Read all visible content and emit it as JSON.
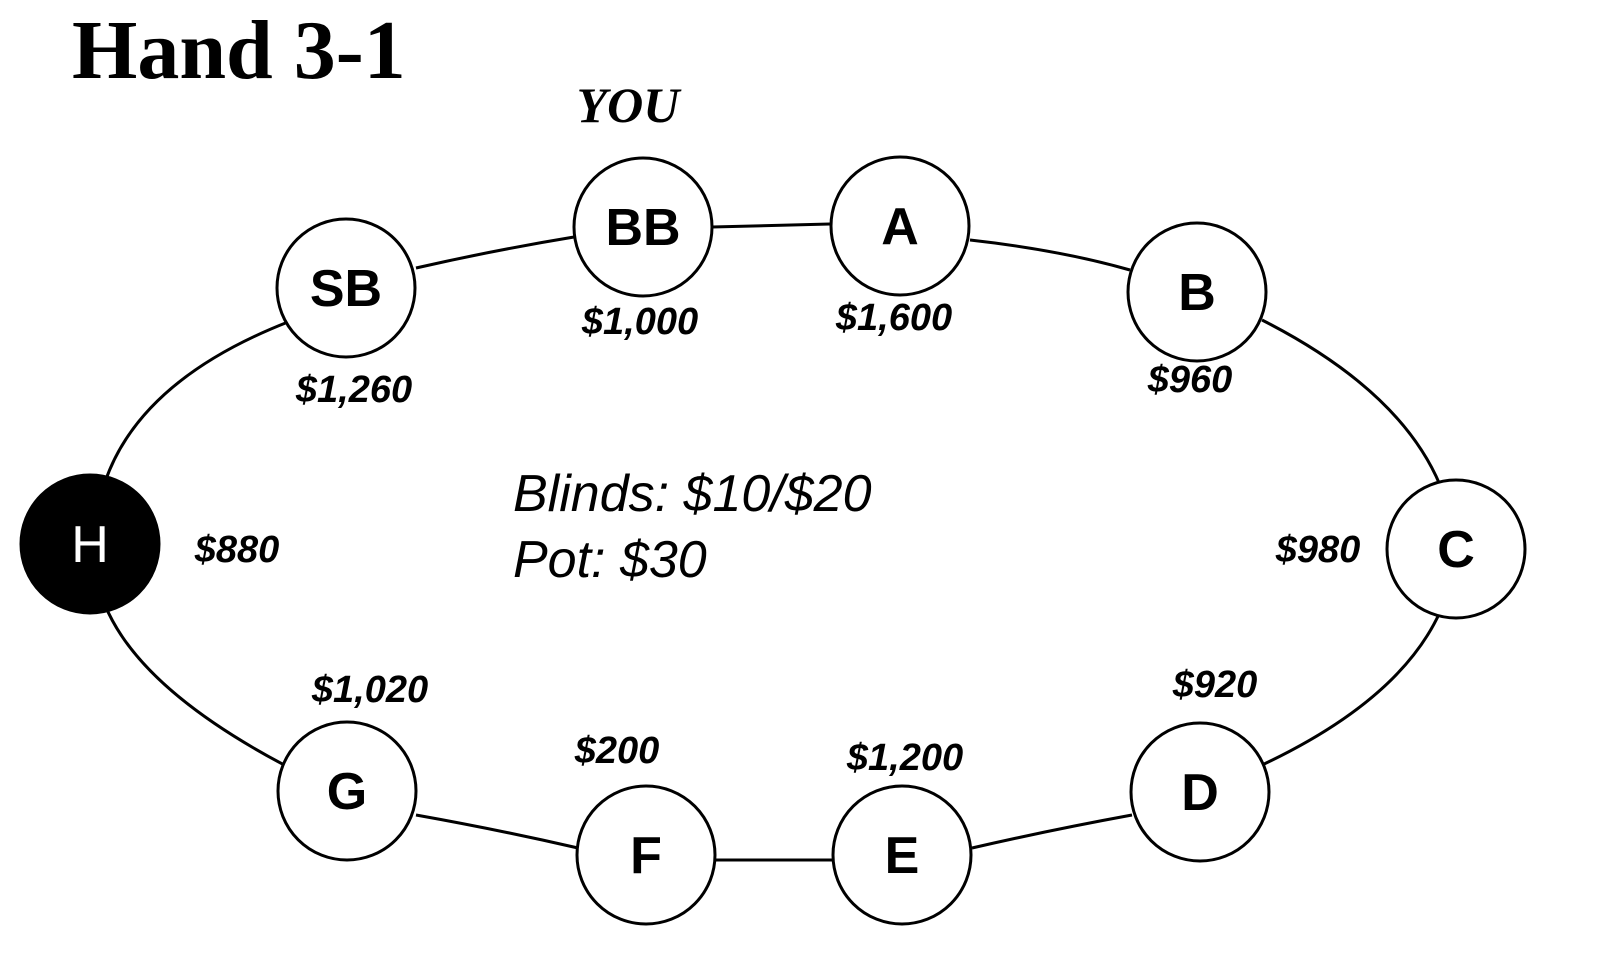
{
  "title": "Hand 3-1",
  "you_label": "YOU",
  "blinds": "Blinds: $10/$20",
  "pot": "Pot: $30",
  "colors": {
    "ink": "#000000",
    "paper": "#ffffff",
    "button_seat_fill": "#000000"
  },
  "seats": [
    {
      "label": "BB",
      "stack": "$1,000",
      "is_you": true
    },
    {
      "label": "A",
      "stack": "$1,600"
    },
    {
      "label": "B",
      "stack": "$960"
    },
    {
      "label": "C",
      "stack": "$980"
    },
    {
      "label": "D",
      "stack": "$920"
    },
    {
      "label": "E",
      "stack": "$1,200"
    },
    {
      "label": "F",
      "stack": "$200"
    },
    {
      "label": "G",
      "stack": "$1,020"
    },
    {
      "label": "H",
      "stack": "$880",
      "highlighted": true
    },
    {
      "label": "SB",
      "stack": "$1,260"
    }
  ]
}
